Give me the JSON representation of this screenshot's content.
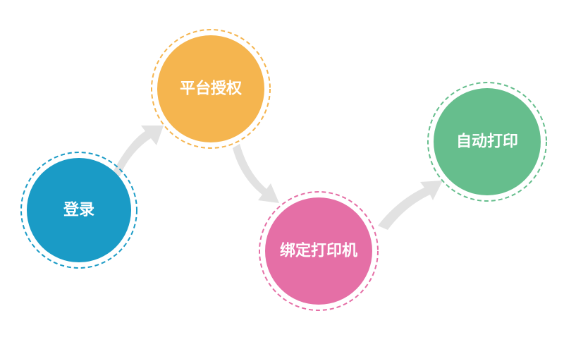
{
  "steps": [
    {
      "label": "登录",
      "color": "#1a9bc6",
      "ring_color": "#1a9bc6"
    },
    {
      "label": "平台授权",
      "color": "#f5b54f",
      "ring_color": "#f5b54f"
    },
    {
      "label": "绑定打印机",
      "color": "#e56fa6",
      "ring_color": "#e56fa6"
    },
    {
      "label": "自动打印",
      "color": "#66be8d",
      "ring_color": "#66be8d"
    }
  ],
  "arrow_color": "#e2e2e2"
}
